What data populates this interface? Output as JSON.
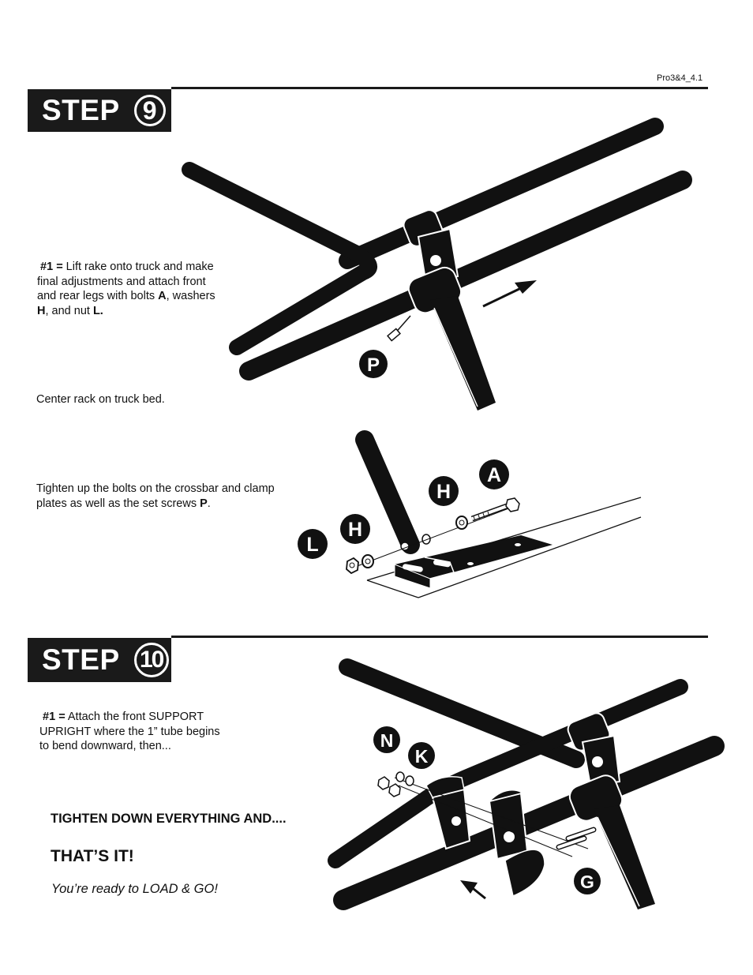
{
  "doc_code": "Pro3&4_4.1",
  "step9": {
    "word": "STEP",
    "number": "9",
    "instr1_lead": "#1 =",
    "instr1_line1": " Lift rake onto truck and make",
    "instr1_line2": "final adjustments and attach front",
    "instr1_line3a": "and rear legs with bolts  ",
    "bolt": "A",
    "instr1_line3b": ", washers",
    "washer": "H",
    "instr1_line4a": ", and nut  ",
    "nut": "L.",
    "instr2": "Center rack on truck bed.",
    "instr3_line1": "Tighten up the bolts on the crossbar and clamp",
    "instr3_line2a": "plates as well as the set screws  ",
    "screw": "P",
    "instr3_line2b": "."
  },
  "step10": {
    "word": "STEP",
    "number": "10",
    "instr1_lead": "#1 =",
    "instr1_line1": "  Attach the front SUPPORT",
    "instr1_line2": "UPRIGHT where the 1” tube begins",
    "instr1_line3": "to bend downward, then...",
    "tighten": "TIGHTEN DOWN EVERYTHING AND....",
    "thats_it": "THAT’S IT!",
    "ready": "You’re ready to LOAD & GO!"
  },
  "part_labels": {
    "p": "P",
    "a": "A",
    "h_upper": "H",
    "h_lower": "H",
    "l": "L",
    "n": "N",
    "k": "K",
    "g": "G"
  }
}
